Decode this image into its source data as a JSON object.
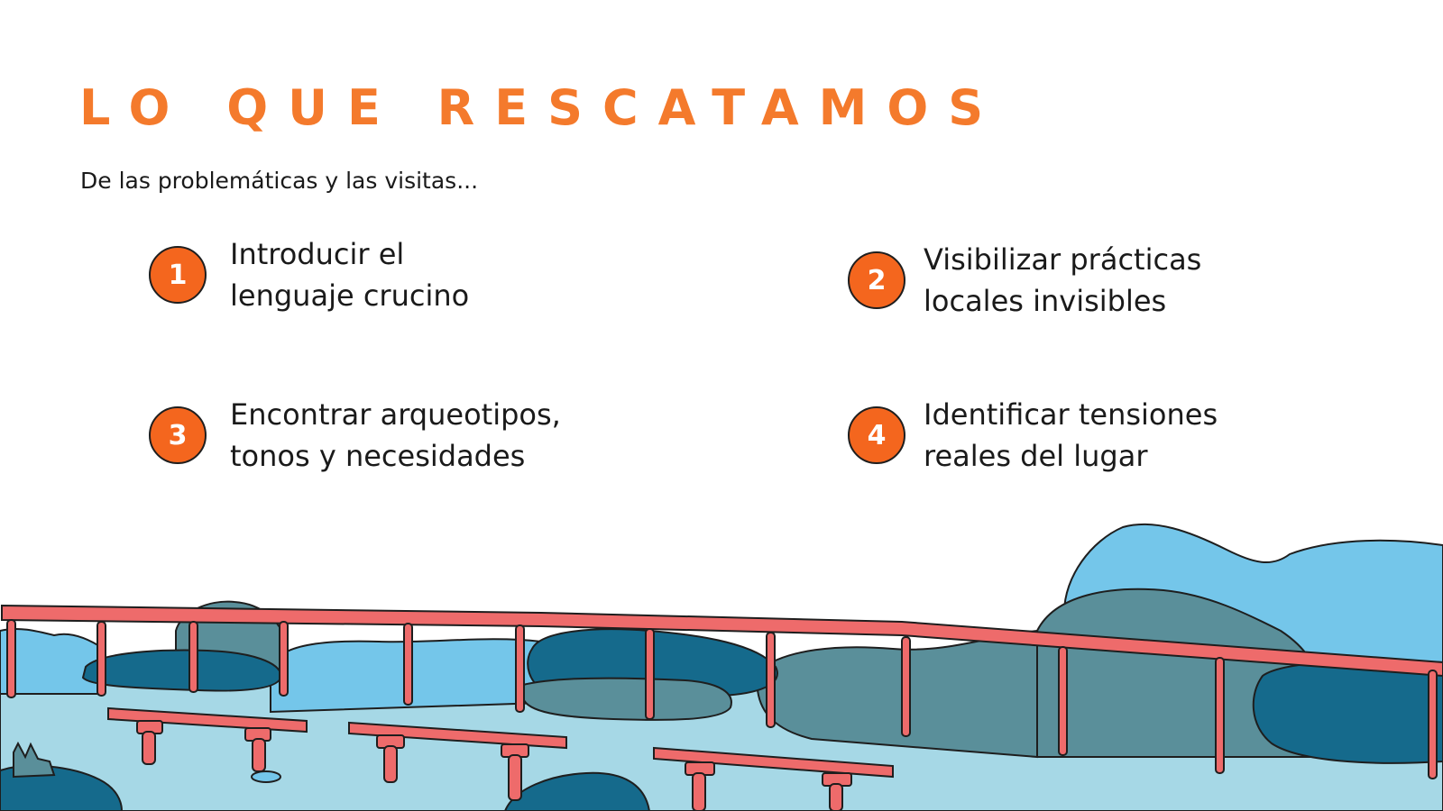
{
  "slide": {
    "title": "LO QUE RESCATAMOS",
    "subtitle": "De las problemáticas y las visitas...",
    "points": [
      {
        "number": "1",
        "line1": "Introducir el",
        "line2": "lenguaje crucino"
      },
      {
        "number": "2",
        "line1": "Visibilizar prácticas",
        "line2": "locales invisibles"
      },
      {
        "number": "3",
        "line1": "Encontrar arqueotipos,",
        "line2": "tonos y necesidades"
      },
      {
        "number": "4",
        "line1": "Identificar tensiones",
        "line2": "reales del lugar"
      }
    ]
  },
  "colors": {
    "accent": "#f47a2c",
    "badge": "#f4661e",
    "bridge": "#ee6b6b",
    "water_light": "#a6d8e6",
    "sky_blue": "#74c6ea",
    "teal": "#5a8f9a",
    "deep_blue": "#156a8c"
  },
  "illustration": {
    "description_icon": "bridge-and-lagoon-illustration"
  }
}
